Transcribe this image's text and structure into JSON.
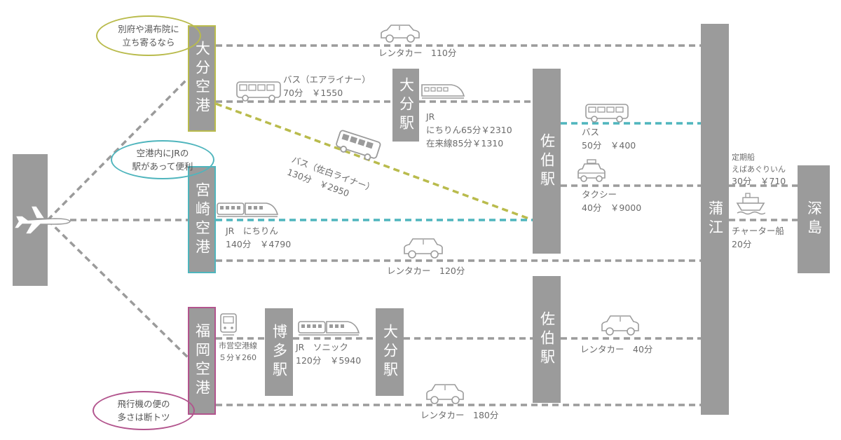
{
  "nodes": {
    "oita_airport": "大分空港",
    "miyazaki_airport": "宮崎空港",
    "fukuoka_airport": "福岡空港",
    "oita_station": "大分駅",
    "saiki_station_1": "佐伯駅",
    "saiki_station_2": "佐伯駅",
    "hakata_station": "博多駅",
    "oita_station_2": "大分駅",
    "kamae": "蒲江",
    "fukashima": "深島"
  },
  "notes": {
    "oita": [
      "別府や湯布院に",
      "立ち寄るなら"
    ],
    "miyazaki": [
      "空港内にJRの",
      "駅があって便利"
    ],
    "fukuoka": [
      "飛行機の便の",
      "多さは断トツ"
    ]
  },
  "routes": {
    "oita_rental": "レンタカー　110分",
    "oita_bus": [
      "バス（エアライナー）",
      "70分　￥1550"
    ],
    "oita_jr": [
      "JR",
      "にちりん65分￥2310",
      "在来線85分￥1310"
    ],
    "saiki_bus_liner": [
      "バス（佐白ライナー）",
      "130分　￥2950"
    ],
    "saiki_bus": [
      "バス",
      "50分　￥400"
    ],
    "saiki_taxi": [
      "タクシー",
      "40分　￥9000"
    ],
    "miyazaki_jr": [
      "JR　にちりん",
      "140分　￥4790"
    ],
    "miyazaki_rental": "レンタカー　120分",
    "fukuoka_subway": [
      "市営空港線",
      "５分￥260"
    ],
    "fukuoka_jr": [
      "JR　ソニック",
      "120分　￥5940"
    ],
    "saiki_rental": "レンタカー　40分",
    "fukuoka_rental": "レンタカー　180分",
    "ferry": [
      "定期船",
      "えばあぐりいん",
      "30分　￥710"
    ],
    "charter": [
      "チャーター船",
      "20分"
    ]
  },
  "colors": {
    "box": "#9b9b9b",
    "line": "#9b9b9b",
    "oita_accent": "#b9bb4c",
    "miyazaki_accent": "#4fb5bd",
    "fukuoka_accent": "#b2548d"
  },
  "icons": [
    "airplane-icon",
    "car-icon",
    "bus-icon",
    "train-icon",
    "taxi-icon",
    "ship-icon"
  ]
}
